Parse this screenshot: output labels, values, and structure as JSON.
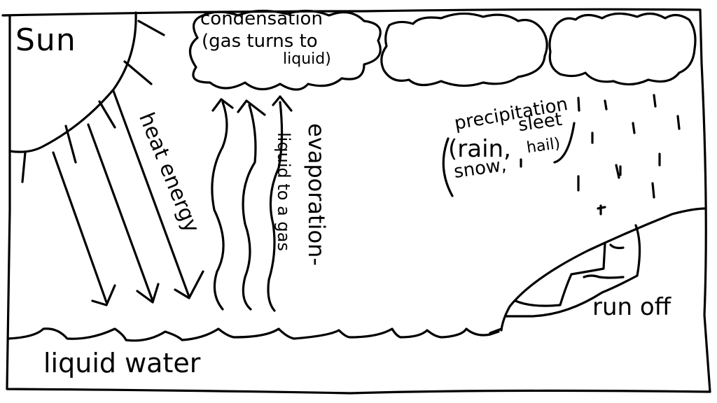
{
  "diagram": {
    "type": "hand-drawn water cycle sketch",
    "stroke_color": "#000000",
    "background_color": "#ffffff",
    "labels": {
      "sun": "Sun",
      "condensation": "condensation",
      "condensation_desc_1": "(gas turns to",
      "condensation_desc_2": "liquid)",
      "heat_energy": "heat energy",
      "evaporation": "evaporation-",
      "evaporation_desc": "liquid to a gas",
      "precipitation": "precipitation",
      "rain": "(rain,",
      "sleet": "sleet",
      "snow": "snow,",
      "hail": "hail)",
      "run_off": "run off",
      "liquid_water": "liquid water"
    },
    "elements": {
      "sun_rays_count": 8,
      "heat_arrows_count": 3,
      "evaporation_arrows_count": 3,
      "clouds_count": 3,
      "rain_drops_count": 14
    }
  }
}
